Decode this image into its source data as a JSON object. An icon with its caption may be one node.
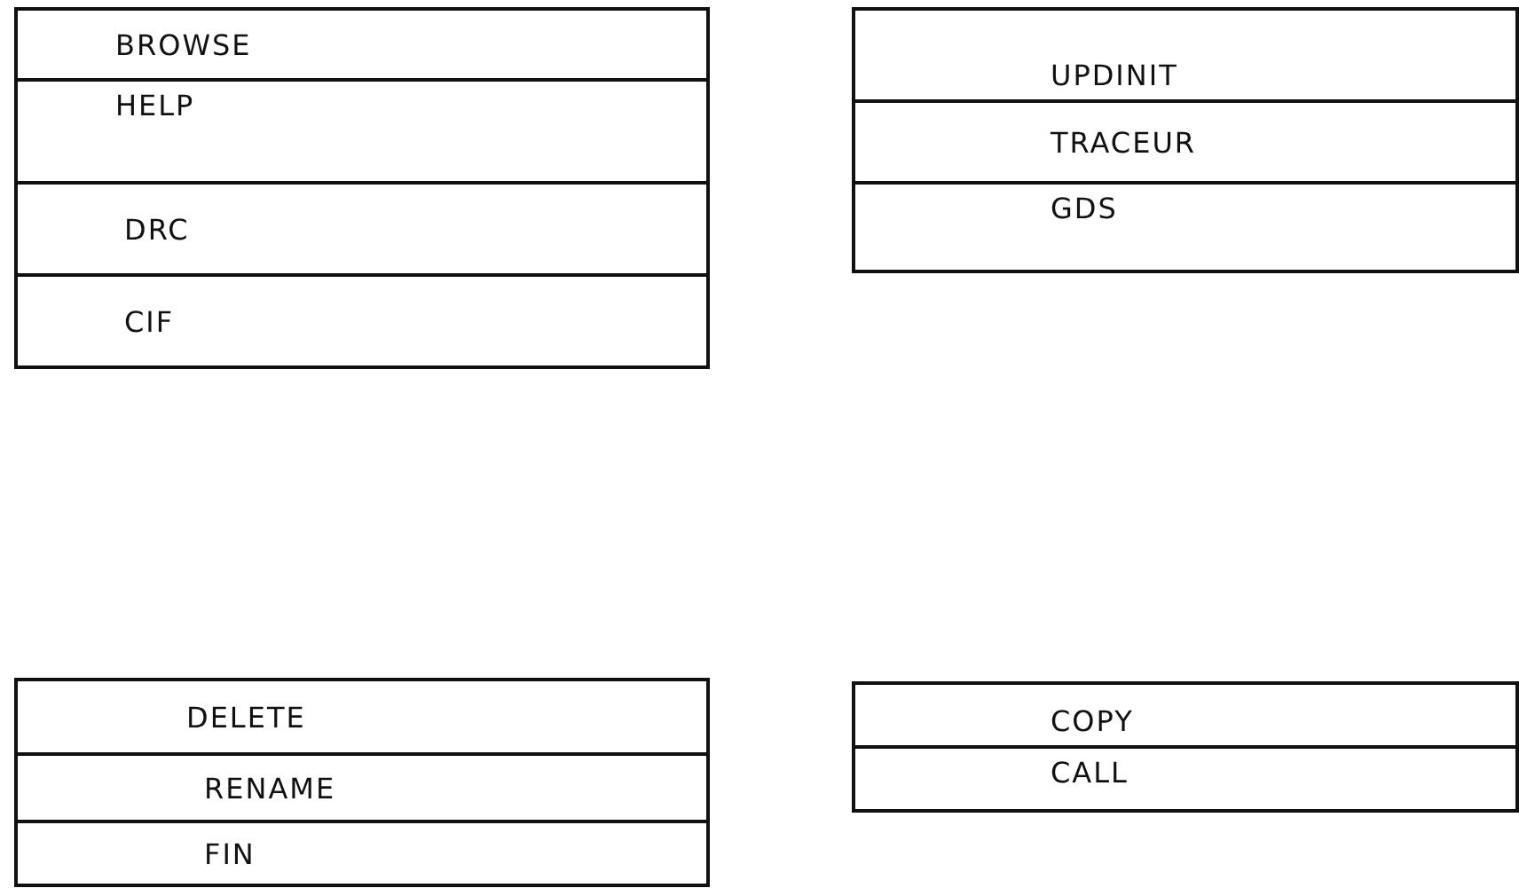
{
  "diagram": {
    "nodes": [
      {
        "text": [],
        "shape": "box"
      },
      {
        "text": [
          "BROWSE"
        ],
        "in": 0
      },
      {
        "text": [
          "HELP"
        ],
        "in": 0
      },
      {
        "text": [
          "DRC"
        ],
        "in": 0
      },
      {
        "text": [
          "CIF"
        ],
        "in": 0
      },
      {
        "text": [],
        "shape": "box"
      },
      {
        "text": [
          "UPDINIT"
        ],
        "in": 5
      },
      {
        "text": [
          "TRACEUR"
        ],
        "in": 5
      },
      {
        "text": [
          "GDS"
        ],
        "in": 5
      },
      {
        "text": [],
        "shape": "box"
      },
      {
        "text": [
          "DELETE"
        ],
        "in": 9
      },
      {
        "text": [
          "RENAME"
        ],
        "in": 9
      },
      {
        "text": [
          "FIN"
        ],
        "in": 9
      },
      {
        "text": [],
        "shape": "box"
      },
      {
        "text": [
          "COPY"
        ],
        "in": 13
      },
      {
        "text": [
          "CALL"
        ],
        "in": 13
      }
    ]
  }
}
